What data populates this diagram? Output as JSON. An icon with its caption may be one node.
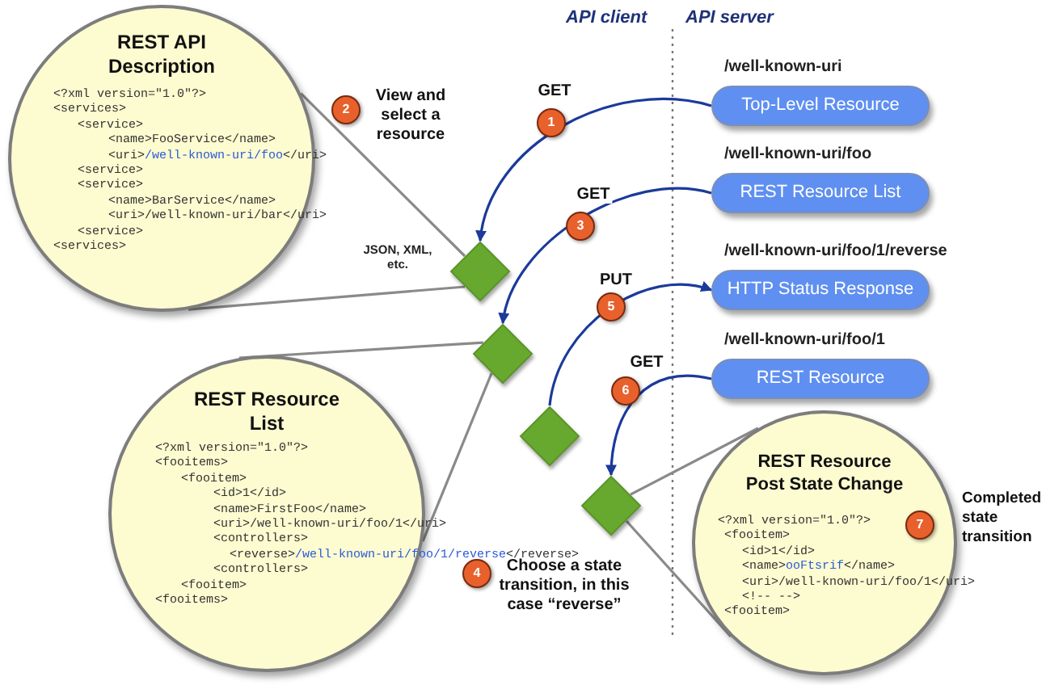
{
  "diagram": {
    "nodes": [
      {
        "text": [
          "REST API Description",
          "<?xml version=\"1.0\"?>",
          "<services>",
          "<service>",
          "<name>FooService</name>",
          "<uri>*/well-known-uri/foo*</uri>",
          "<service>",
          "<service>",
          "<name>BarService</name>",
          "<uri>/well-known-uri/bar</uri>",
          "<service>",
          "<services>"
        ]
      },
      {
        "text": [],
        "shape": "diamond",
        "beside": [
          "JSON, XML, etc."
        ]
      },
      {
        "text": [],
        "shape": "diamond"
      },
      {
        "text": [],
        "shape": "diamond"
      },
      {
        "text": [],
        "shape": "diamond"
      },
      {
        "text": [
          "REST Resource List",
          "<?xml version=\"1.0\"?>",
          "<fooitems>",
          "<fooitem>",
          "<id>1</id>",
          "<name>FirstFoo</name>",
          "<uri>/well-known-uri/foo/1</uri>",
          "<controllers>",
          "<reverse>*/well-known-uri/foo/1/reverse*</reverse>",
          "<controllers>",
          "<fooitem>",
          "<fooitems>"
        ]
      },
      {
        "text": [
          "REST Resource Post State Change",
          "<?xml version=\"1.0\"?>",
          "<fooitem>",
          "<id>1</id>",
          "<name>*ooFtsrif*</name>",
          "<uri>/well-known-uri/foo/1</uri>",
          "<!-- -->",
          "<fooitem>"
        ]
      },
      {
        "text": [
          "Top-Level Resource"
        ],
        "beside": [
          "/well-known-uri"
        ]
      },
      {
        "text": [
          "REST Resource List"
        ],
        "beside": [
          "/well-known-uri/foo"
        ]
      },
      {
        "text": [
          "HTTP Status Response"
        ],
        "beside": [
          "/well-known-uri/foo/1/reverse"
        ]
      },
      {
        "text": [
          "REST Resource"
        ],
        "beside": [
          "/well-known-uri/foo/1"
        ]
      }
    ],
    "edges": [
      {
        "from": 7,
        "to": 1,
        "arrow": "to",
        "label": "GET",
        "color": "#1b3a9a"
      },
      {
        "from": 1,
        "to": 0,
        "arrow": "none"
      },
      {
        "from": 1,
        "to": 0,
        "arrow": "none"
      },
      {
        "from": 8,
        "to": 2,
        "arrow": "to",
        "label": "GET",
        "color": "#1b3a9a"
      },
      {
        "from": 2,
        "to": 5,
        "arrow": "none"
      },
      {
        "from": 2,
        "to": 5,
        "arrow": "none"
      },
      {
        "from": 3,
        "to": 9,
        "arrow": "to",
        "label": "PUT",
        "color": "#1b3a9a"
      },
      {
        "from": 10,
        "to": 4,
        "arrow": "to",
        "label": "GET",
        "color": "#1b3a9a"
      },
      {
        "from": 4,
        "to": 6,
        "arrow": "none"
      },
      {
        "from": 4,
        "to": 6,
        "arrow": "none"
      }
    ],
    "labels": [
      "API client",
      "API server",
      "2",
      "View and select a resource",
      "1",
      "3",
      "5",
      "6",
      "4",
      "Choose a state transition, in this case “reverse”",
      "7",
      "Completed state transition"
    ]
  }
}
